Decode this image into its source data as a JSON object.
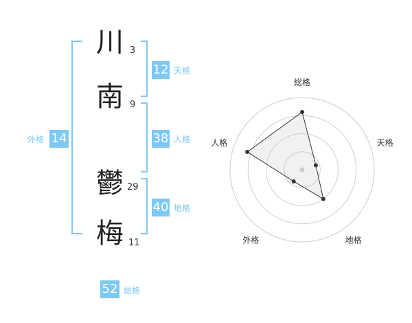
{
  "name": {
    "characters": [
      {
        "char": "川",
        "strokes": "3"
      },
      {
        "char": "南",
        "strokes": "9"
      },
      {
        "char": "鬱",
        "strokes": "29"
      },
      {
        "char": "梅",
        "strokes": "11"
      }
    ]
  },
  "fortune": {
    "tenkaku": {
      "value": "12",
      "label": "天格"
    },
    "jinkaku": {
      "value": "38",
      "label": "人格"
    },
    "chikaku": {
      "value": "40",
      "label": "地格"
    },
    "gaikaku": {
      "value": "14",
      "label": "外格"
    },
    "soukaku": {
      "value": "52",
      "label": "総格"
    }
  },
  "colors": {
    "accent": "#7ec8f4",
    "text": "#222222",
    "grid": "#cccccc"
  },
  "chart_data": {
    "type": "radar",
    "axes": [
      "総格",
      "天格",
      "地格",
      "外格",
      "人格"
    ],
    "values": [
      4,
      1,
      2.5,
      1,
      4
    ],
    "max": 5,
    "rings": 4
  }
}
